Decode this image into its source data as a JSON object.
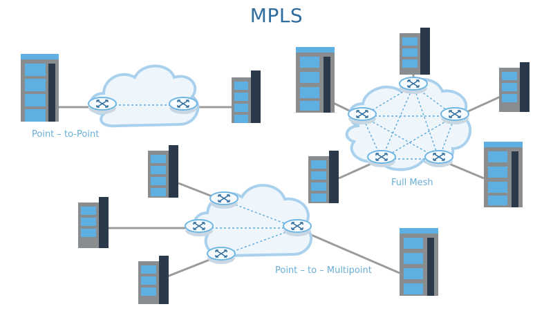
{
  "title": "MPLS",
  "labels": {
    "point_to_point": "Point – to-Point",
    "full_mesh": "Full Mesh",
    "point_to_multipoint": "Point – to – Multipoint"
  },
  "colors": {
    "title": "#2f6d9e",
    "label": "#6aaed6",
    "cloud_fill": "#eef5fb",
    "cloud_stroke": "#a9d1ee",
    "router_body": "#dfeaf3",
    "router_top": "#f7fbfe",
    "router_ring": "#6fb6e3",
    "link": "#9b9b9b",
    "dashed": "#5aa8dc",
    "building_dark": "#2a3a4a",
    "building_gray": "#8a8d90",
    "building_glass": "#5fb0e2"
  }
}
